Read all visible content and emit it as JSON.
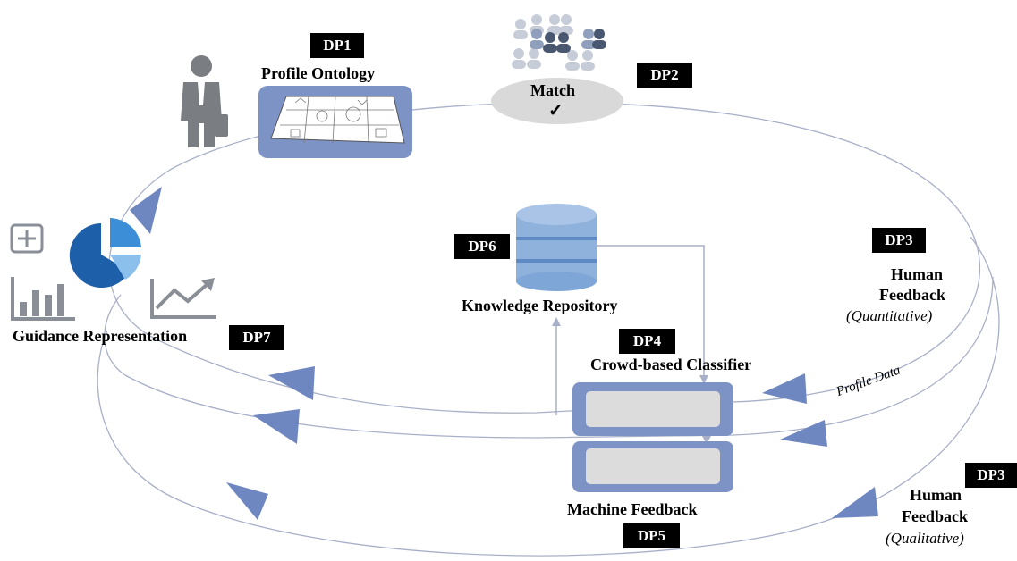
{
  "badges": {
    "dp1": "DP1",
    "dp2": "DP2",
    "dp3_quant": "DP3",
    "dp3_qual": "DP3",
    "dp4": "DP4",
    "dp5": "DP5",
    "dp6": "DP6",
    "dp7": "DP7"
  },
  "labels": {
    "profile_ontology": "Profile Ontology",
    "match": "Match",
    "match_check": "✓",
    "knowledge_repository": "Knowledge Repository",
    "crowd_classifier": "Crowd-based Classifier",
    "machine_feedback": "Machine Feedback",
    "guidance_representation": "Guidance Representation",
    "human_feedback_quant_line1": "Human",
    "human_feedback_quant_line2": "Feedback",
    "human_feedback_quant_line3": "(Quantitative)",
    "human_feedback_qual_line1": "Human",
    "human_feedback_qual_line2": "Feedback",
    "human_feedback_qual_line3": "(Qualitative)",
    "profile_data": "Profile Data"
  },
  "colors": {
    "badge_bg": "#000000",
    "ring_stroke": "#a8b0c8",
    "arrow_fill": "#6f87c0",
    "box_fill": "#6f87c0",
    "box_inner": "#dcdcdc",
    "db_blue": "#7ea6d6",
    "icon_gray": "#8a8f97"
  },
  "icons": [
    "businessman-icon",
    "crowd-icon",
    "database-icon",
    "pie-chart-icon",
    "plus-box-icon",
    "bar-chart-icon",
    "trend-chart-icon",
    "checkmark-icon"
  ]
}
